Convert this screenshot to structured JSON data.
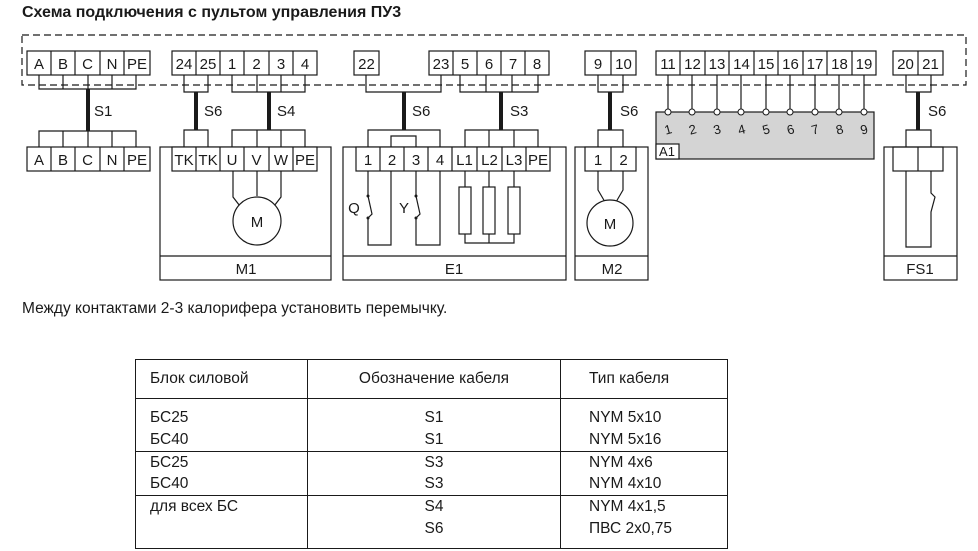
{
  "title": "Схема подключения с пультом управления ПУ3",
  "note": "Между контактами 2-3 калорифера установить перемычку.",
  "control_panel_terminals": [
    "A",
    "B",
    "C",
    "N",
    "PE",
    "24",
    "25",
    "1",
    "2",
    "3",
    "4",
    "22",
    "23",
    "5",
    "6",
    "7",
    "8",
    "9",
    "10",
    "11",
    "12",
    "13",
    "14",
    "15",
    "16",
    "17",
    "18",
    "19",
    "20",
    "21"
  ],
  "power_block_terminals": [
    "A",
    "B",
    "C",
    "N",
    "PE"
  ],
  "m1_terminals": [
    "TK",
    "TK",
    "U",
    "V",
    "W",
    "PE"
  ],
  "e1_terminals": [
    "1",
    "2",
    "3",
    "4",
    "L1",
    "L2",
    "L3",
    "PE"
  ],
  "m2_terminals": [
    "1",
    "2"
  ],
  "a1_terminals": [
    "1",
    "2",
    "3",
    "4",
    "5",
    "6",
    "7",
    "8",
    "9"
  ],
  "cable_labels": {
    "s1": "S1",
    "s6_m1": "S6",
    "s4": "S4",
    "s6_e1": "S6",
    "s3": "S3",
    "s6_m2": "S6",
    "s6_fs1": "S6"
  },
  "units": {
    "m1": "M1",
    "e1": "E1",
    "m2": "M2",
    "fs1": "FS1",
    "a1": "A1",
    "motor_symbol": "M",
    "switch_q": "Q",
    "switch_y": "Y"
  },
  "table": {
    "headers": [
      "Блок силовой",
      "Обозначение кабеля",
      "Тип кабеля"
    ],
    "groups": [
      {
        "rows": [
          [
            "БС25",
            "S1",
            "NYM 5x10"
          ],
          [
            "БС40",
            "S1",
            "NYM 5x16"
          ]
        ]
      },
      {
        "rows": [
          [
            "БС25",
            "S3",
            "NYM 4x6"
          ],
          [
            "БС40",
            "S3",
            "NYM 4x10"
          ]
        ]
      },
      {
        "rows": [
          [
            "для всех БС",
            "S4",
            "NYM 4x1,5"
          ],
          [
            "",
            "S6",
            "ПВС 2х0,75"
          ]
        ]
      }
    ]
  },
  "colors": {
    "line": "#1a1a1a",
    "a1_fill": "#d4d4d4"
  }
}
